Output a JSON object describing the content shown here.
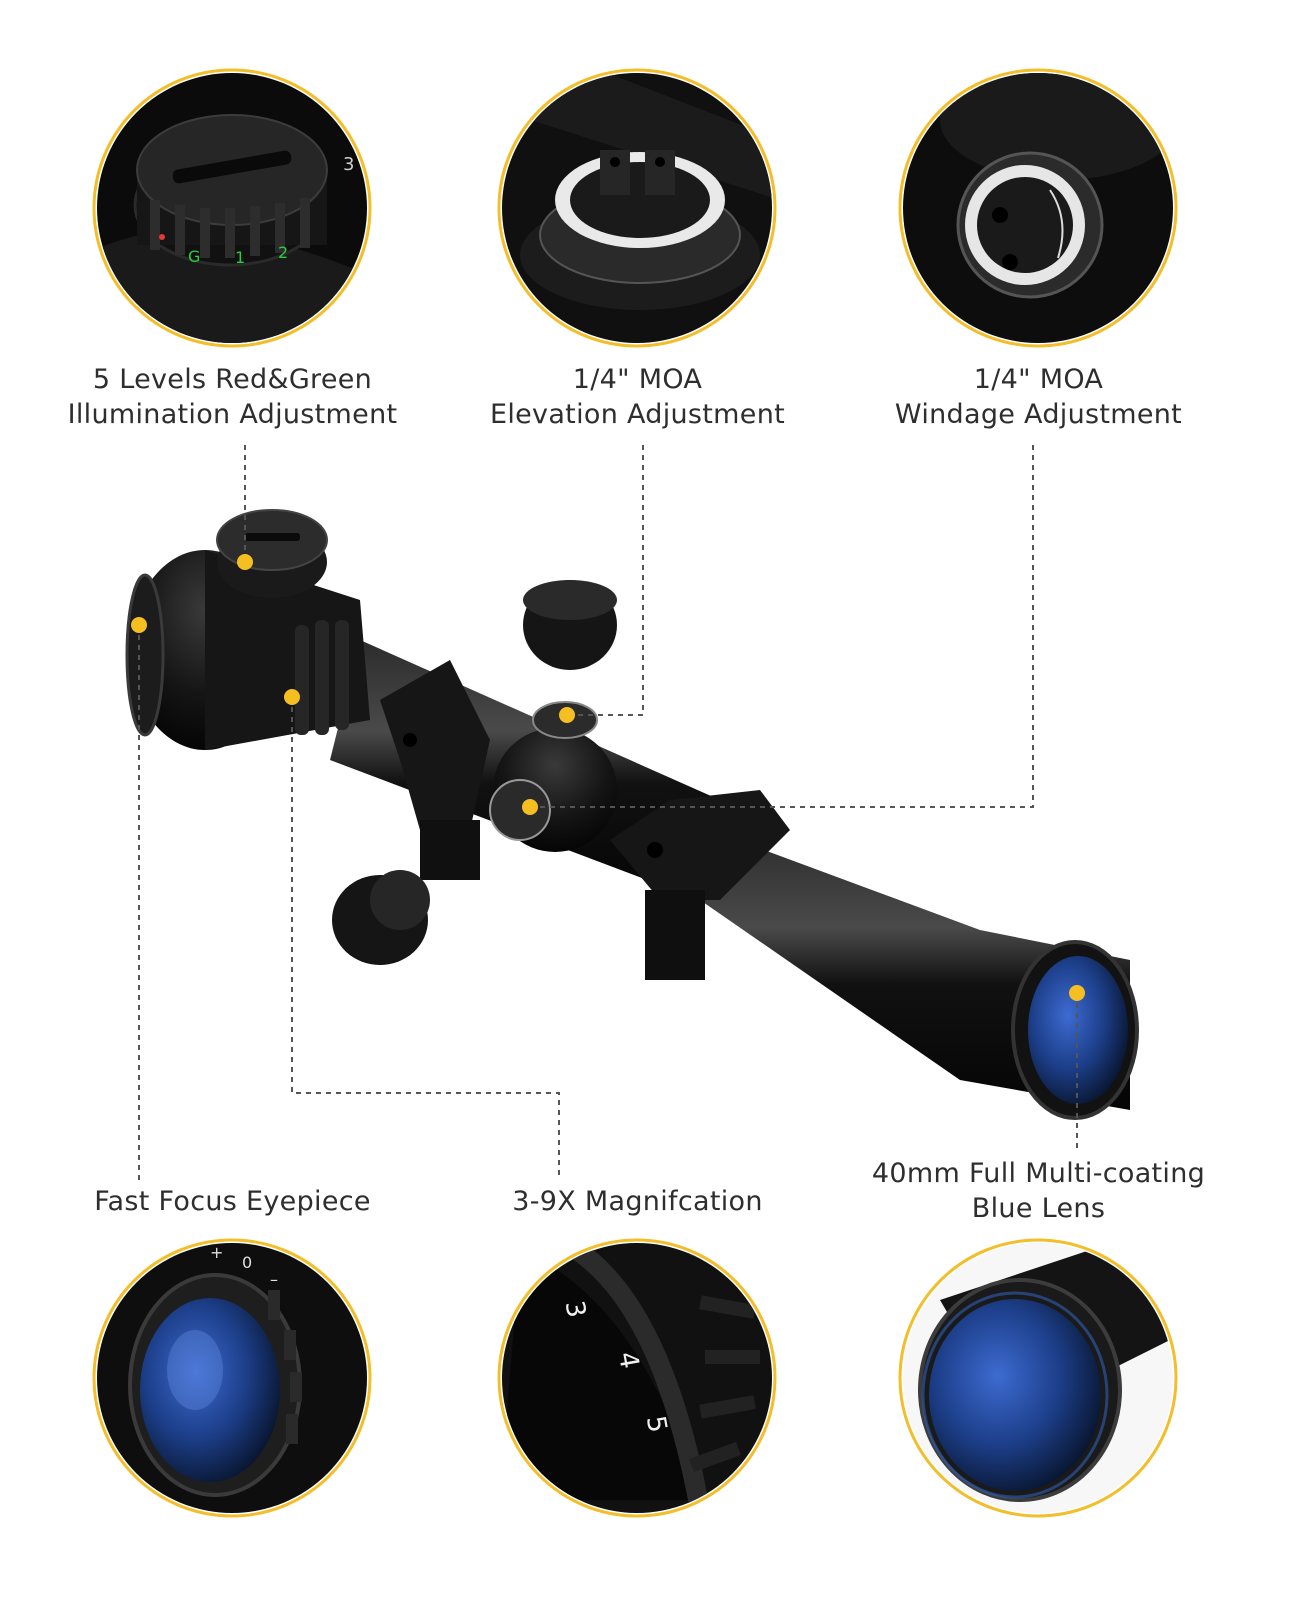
{
  "labels": {
    "illumination": {
      "line1": "5 Levels Red&Green",
      "line2": "Illumination Adjustment"
    },
    "elevation": {
      "line1": "1/4\" MOA",
      "line2": "Elevation Adjustment"
    },
    "windage": {
      "line1": "1/4\" MOA",
      "line2": "Windage Adjustment"
    },
    "eyepiece": {
      "line1": "Fast Focus Eyepiece"
    },
    "magnification": {
      "line1": "3-9X Magnifcation"
    },
    "lens": {
      "line1": "40mm Full Multi-coating",
      "line2": "Blue Lens"
    }
  },
  "dial_marks": {
    "illumination": [
      "G",
      "1",
      "2",
      "3"
    ],
    "magnification": [
      "3",
      "4",
      "5"
    ],
    "eyepiece": [
      "+",
      "0",
      "–"
    ]
  },
  "colors": {
    "accent_ring": "#f2be2c",
    "marker_dot": "#f5bf22",
    "scope_body": "#141414",
    "lens_blue": "#1d3f8a"
  }
}
